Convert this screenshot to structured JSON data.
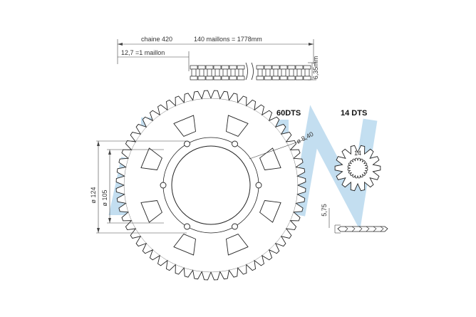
{
  "diagram": {
    "chain": {
      "chain_label": "chaine 420",
      "length_label": "140 maillons = 1778mm",
      "pitch_label": "12,7 =1 maillon",
      "height_label": "6,35mm"
    },
    "rear_sprocket": {
      "teeth_label": "60DTS",
      "teeth_count": 60,
      "hole_diameter_label": "ø 8,40",
      "outer_diameter_label": "ø 124",
      "inner_diameter_label": "ø 105",
      "bolt_holes": 6,
      "cutouts": 8
    },
    "front_sprocket": {
      "teeth_label": "14 DTS",
      "teeth_count": 14,
      "hub_label": "14",
      "thickness_label": "5,75"
    },
    "watermark": "OGN"
  },
  "colors": {
    "watermark": "#b9d9ee",
    "line": "#222222",
    "sprocket_fill": "#ffffff"
  }
}
